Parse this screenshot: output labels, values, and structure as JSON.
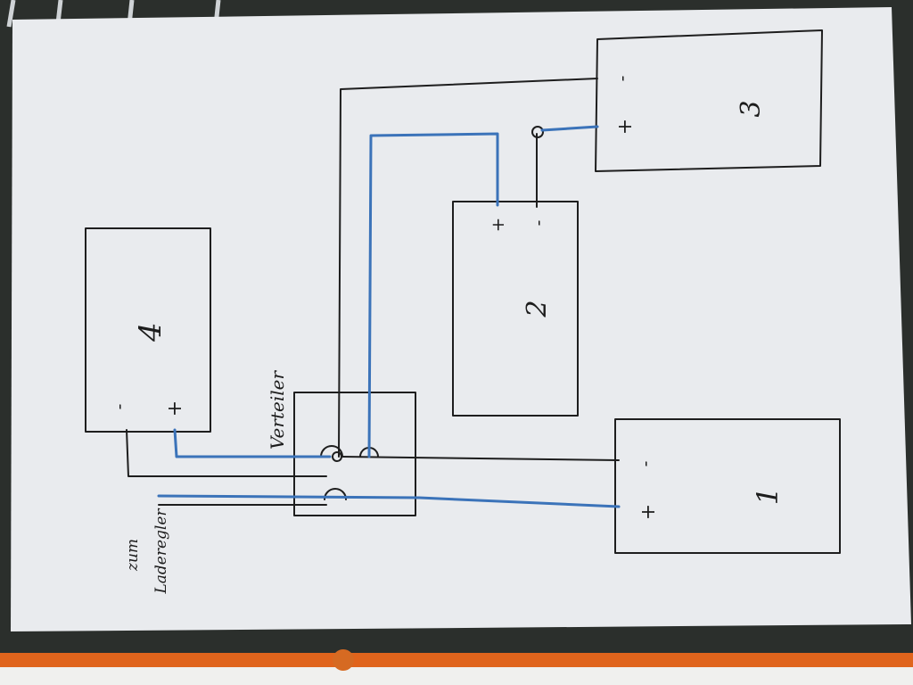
{
  "boxes": [
    {
      "id": "1",
      "label": "1",
      "terminals": [
        "-",
        "+"
      ]
    },
    {
      "id": "2",
      "label": "2",
      "terminals": [
        "+",
        "-"
      ]
    },
    {
      "id": "3",
      "label": "3",
      "terminals": [
        "-",
        "+"
      ]
    },
    {
      "id": "4",
      "label": "4",
      "terminals": [
        "-",
        "+"
      ]
    }
  ],
  "distributor": {
    "label": "Verteiler"
  },
  "charger_note": {
    "line1": "zum",
    "line2": "Laderegler"
  },
  "colors": {
    "paper": "#e9ebee",
    "ink": "#1e1e1e",
    "blue_wire": "#3b73b9",
    "background": "#2b2f2c",
    "binding": "#e0641c"
  }
}
